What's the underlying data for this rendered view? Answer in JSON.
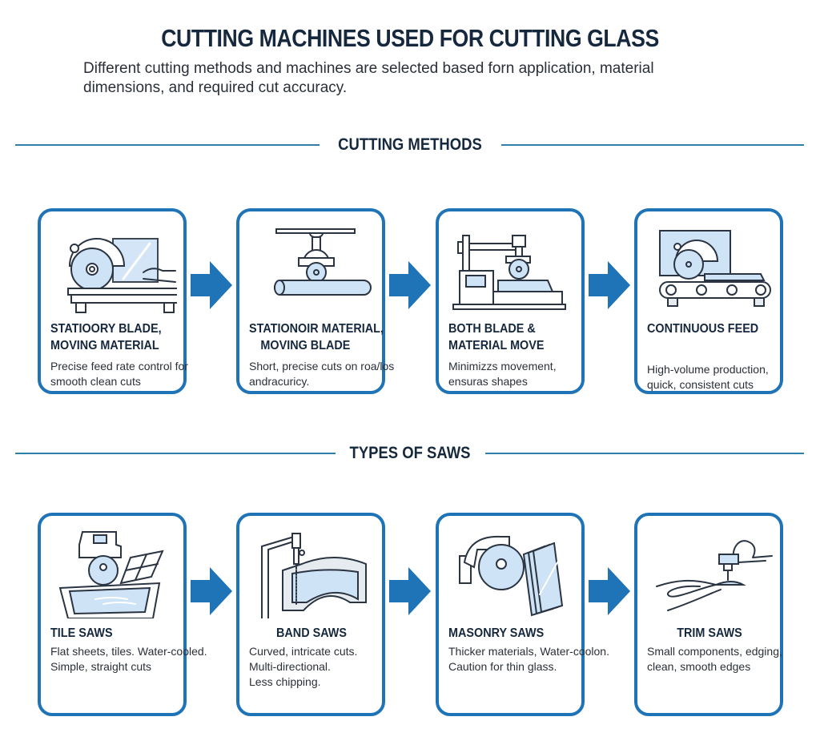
{
  "header": {
    "title": "CUTTING MACHINES USED FOR CUTTING GLASS",
    "subtitle_line1": "Different cutting methods and machines are selected based forn application, material",
    "subtitle_line2": "dimensions, and required cut accuracy."
  },
  "colors": {
    "accent": "#1f73b7",
    "divider": "#2f7fa8",
    "heading": "#16283d",
    "glass_fill": "#cfe3f6"
  },
  "sections": [
    {
      "label": "CUTTING METHODS",
      "cards": [
        {
          "icon": "table-saw-icon",
          "title_line1": "STATIOORY BLADE,",
          "title_line2": "MOVING MATERIAL",
          "desc_line1": "Precise feed rate control for",
          "desc_line2": "smooth clean cuts"
        },
        {
          "icon": "overhead-saw-icon",
          "title_line1": "STATIONOIR MATERIAL,",
          "title_line2": "MOVING BLADE",
          "desc_line1": "Short, precise cuts on roa/los",
          "desc_line2": "andracuricy."
        },
        {
          "icon": "cnc-saw-icon",
          "title_line1": "BOTH BLADE &",
          "title_line2": "MATERIAL MOVE",
          "desc_line1": "Minimizzs movement,",
          "desc_line2": "ensuras shapes"
        },
        {
          "icon": "conveyor-saw-icon",
          "title_line1": "CONTINUOUS FEED",
          "title_line2": "",
          "desc_line1": "High-volume production,",
          "desc_line2": "quick, consistent cuts"
        }
      ]
    },
    {
      "label": "TYPES OF SAWS",
      "cards": [
        {
          "icon": "tile-saw-icon",
          "title_line1": "TILE SAWS",
          "desc_line1": "Flat sheets, tiles. Water-cooled.",
          "desc_line2": "Simple, straight cuts",
          "desc_line3": ""
        },
        {
          "icon": "band-saw-icon",
          "title_line1": "BAND SAWS",
          "desc_line1": "Curved, intricate cuts.",
          "desc_line2": "Multi-directional.",
          "desc_line3": "Less chipping."
        },
        {
          "icon": "masonry-saw-icon",
          "title_line1": "MASONRY SAWS",
          "desc_line1": "Thicker materials, Water-coolon.",
          "desc_line2": "Caution for thin glass.",
          "desc_line3": ""
        },
        {
          "icon": "trim-saw-icon",
          "title_line1": "TRIM SAWS",
          "desc_line1": "Small components, edging,",
          "desc_line2": "clean, smooth edges",
          "desc_line3": ""
        }
      ]
    }
  ]
}
